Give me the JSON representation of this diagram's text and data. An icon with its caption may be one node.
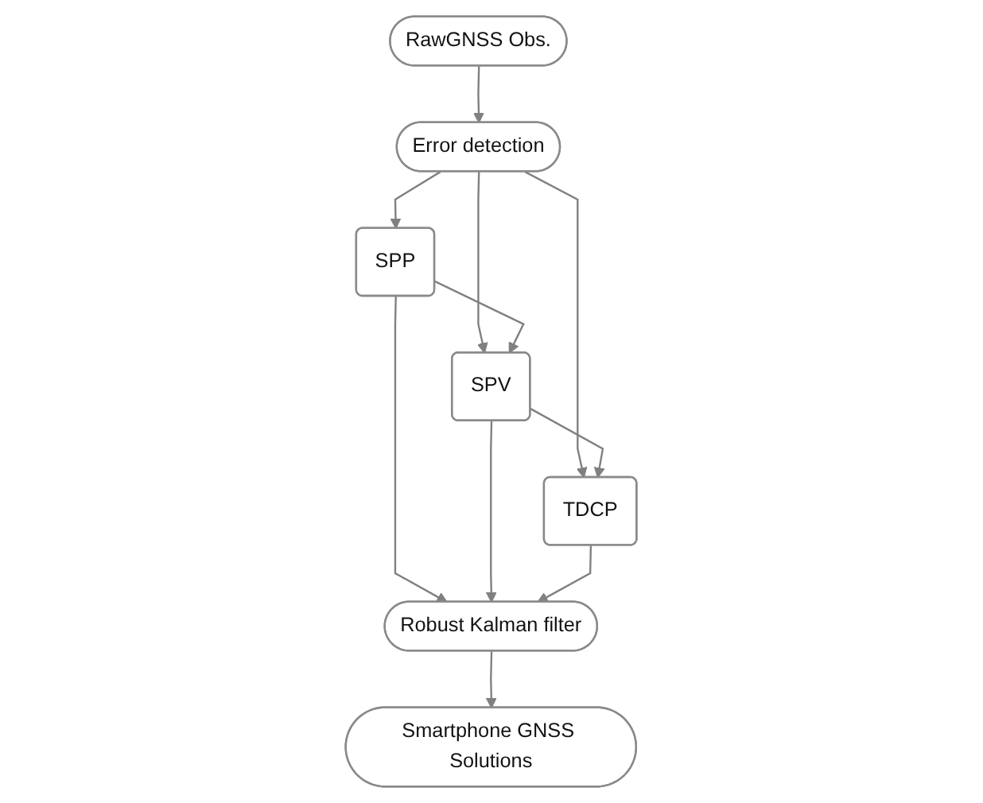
{
  "diagram": {
    "nodes": [
      {
        "text": [
          "RawGNSS Obs."
        ]
      },
      {
        "text": [
          "Error detection"
        ]
      },
      {
        "text": [
          "SPP"
        ]
      },
      {
        "text": [
          "SPV"
        ]
      },
      {
        "text": [
          "TDCP"
        ]
      },
      {
        "text": [
          "Robust Kalman filter"
        ]
      },
      {
        "text": [
          "Smartphone GNSS Solutions"
        ]
      }
    ],
    "edges": [
      {
        "from": 0,
        "to": 1,
        "arrow": "to"
      },
      {
        "from": 1,
        "to": 2,
        "arrow": "to"
      },
      {
        "from": 1,
        "to": 3,
        "arrow": "to"
      },
      {
        "from": 1,
        "to": 4,
        "arrow": "to"
      },
      {
        "from": 2,
        "to": 3,
        "arrow": "to"
      },
      {
        "from": 3,
        "to": 4,
        "arrow": "to"
      },
      {
        "from": 2,
        "to": 5,
        "arrow": "to"
      },
      {
        "from": 3,
        "to": 5,
        "arrow": "to"
      },
      {
        "from": 4,
        "to": 5,
        "arrow": "to"
      },
      {
        "from": 5,
        "to": 6,
        "arrow": "to"
      }
    ]
  }
}
